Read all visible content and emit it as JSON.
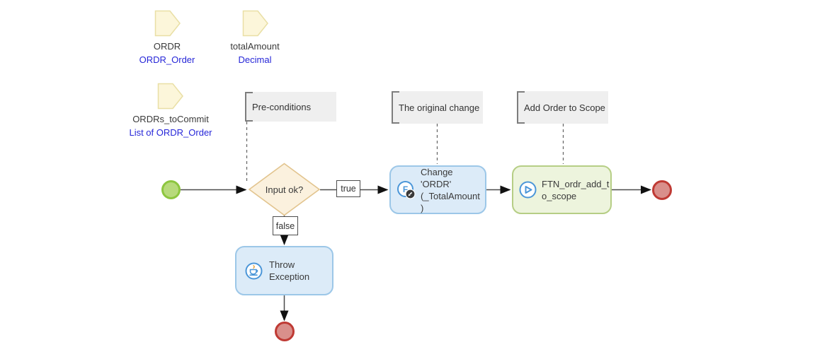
{
  "parameters": [
    {
      "name": "ORDR",
      "type": "ORDR_Order"
    },
    {
      "name": "totalAmount",
      "type": "Decimal"
    },
    {
      "name": "ORDRs_toCommit",
      "type": "List of ORDR_Order"
    }
  ],
  "annotations": [
    {
      "text": "Pre-conditions"
    },
    {
      "text": "The original change"
    },
    {
      "text": "Add Order to Scope"
    }
  ],
  "gateway": {
    "label": "Input ok?"
  },
  "flow_labels": {
    "true": "true",
    "false": "false"
  },
  "activities": [
    {
      "label": "Change 'ORDR' (_TotalAmount)",
      "icon": "change-object-icon"
    },
    {
      "label": "FTN_ordr_add_to_scope",
      "icon": "microflow-call-icon"
    },
    {
      "label": "Throw Exception",
      "icon": "java-action-icon"
    }
  ],
  "icons": {
    "change_object_glyph": "F",
    "pencil_badge": "pencil",
    "microflow_call": "play-triangle",
    "java_action": "coffee-cup"
  },
  "colors": {
    "activity_blue_fill": "#dcebf8",
    "activity_blue_border": "#9cc7e8",
    "activity_green_fill": "#edf4dd",
    "activity_green_border": "#b6ce85",
    "gateway_fill": "#fbf1de",
    "gateway_border": "#e2c48e",
    "parameter_fill": "#fcf6da",
    "parameter_border": "#e9dfa5",
    "start_fill": "#b7da7b",
    "start_border": "#8dc63f",
    "end_fill": "#d98f8b",
    "end_border": "#bf3a34",
    "annotation_fill": "#efefef",
    "annotation_bracket": "#7d7d7d",
    "type_text_blue": "#2626d8",
    "icon_blue": "#4b96d8",
    "steam_orange": "#e8a33d",
    "flow_line": "#4a4a4a"
  }
}
